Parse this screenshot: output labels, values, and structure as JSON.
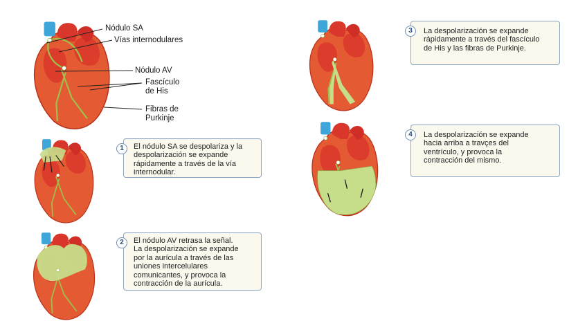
{
  "colors": {
    "myocardium": "#e45a32",
    "myocardium_dark": "#b8321b",
    "atrium_red": "#d9372c",
    "vessel_blue": "#3ea6d8",
    "conduction_green": "#9fbf4a",
    "depolarized": "#c6dd8a",
    "box_border": "#8da6c4",
    "box_fill": "#fbf8ee"
  },
  "labels": {
    "sa_node": "Nódulo SA",
    "internodal": "Vías internodulares",
    "av_node": "Nódulo AV",
    "his_bundle": "Fascículo\nde His",
    "purkinje": "Fibras de\nPurkinje"
  },
  "steps": [
    {
      "number": "1",
      "text": "El nódulo SA se despolariza y la\ndespolarización se expande\nrápidamente a través de la vía\ninternodular."
    },
    {
      "number": "2",
      "text": "El nódulo AV retrasa la señal.\nLa despolarización se expande\npor la aurícula a través de las\nuniones intercelulares\ncomunicantes, y provoca la\ncontracción de la aurícula."
    },
    {
      "number": "3",
      "text": "La despolarización se expande\nrápidamente a través del fascículo\nde His y las fibras de Purkinje."
    },
    {
      "number": "4",
      "text": "La despolarización se expande\nhacia arriba a travçes del\nventrículo, y provoca la\ncontracción del mismo."
    }
  ]
}
